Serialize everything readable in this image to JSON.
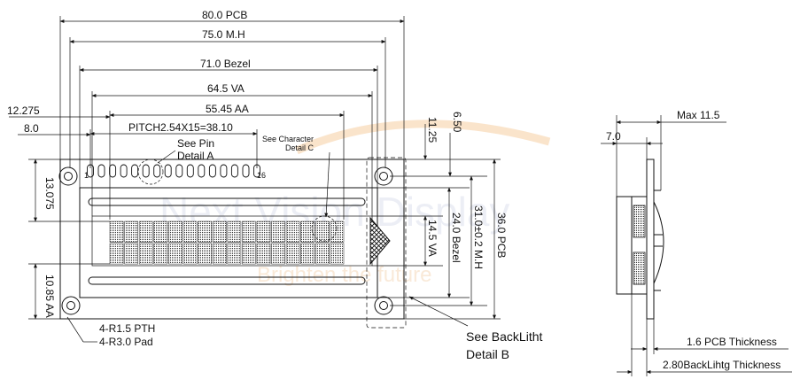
{
  "watermark": {
    "line1": "Next Vision Display",
    "line2": "Brighten the future",
    "arc_color": "#f2b36b",
    "text_color": "#1f3a8a"
  },
  "front_view": {
    "dims_top": {
      "pcb_width": "80.0 PCB",
      "mh_width": "75.0 M.H",
      "bezel_width": "71.0 Bezel",
      "va_width": "64.5  VA",
      "aa_width": "55.45 AA",
      "pitch": "PITCH2.54X15=38.10"
    },
    "dims_left": {
      "offset_a": "12.275",
      "offset_b": "8.0",
      "height_top": "13.075",
      "height_aa": "10.85 AA"
    },
    "dims_right": {
      "pin_offset": "11.25",
      "mh_offset": "6.50",
      "va_height": "14.5 VA",
      "bezel_height": "24.0 Bezel",
      "mh_height": "31.0±0.2 M.H",
      "pcb_height": "36.0 PCB"
    },
    "pins": {
      "first": "1",
      "last": "16",
      "count": 16
    },
    "notes": {
      "see_pin_1": "See Pin",
      "see_pin_2": "Detail A",
      "see_char_1": "See Character",
      "see_char_2": "Detail C",
      "hole_1": "4-R1.5 PTH",
      "hole_2": "4-R3.0 Pad",
      "backlight_1": "See BackLitht",
      "backlight_2": "Detail B"
    },
    "display": {
      "rows": 2,
      "columns": 16
    }
  },
  "side_view": {
    "max_thickness": "Max 11.5",
    "offset": "7.0",
    "pcb_thickness": "1.6 PCB Thickness",
    "backlight_thickness": "2.80BackLihtg Thickness"
  }
}
